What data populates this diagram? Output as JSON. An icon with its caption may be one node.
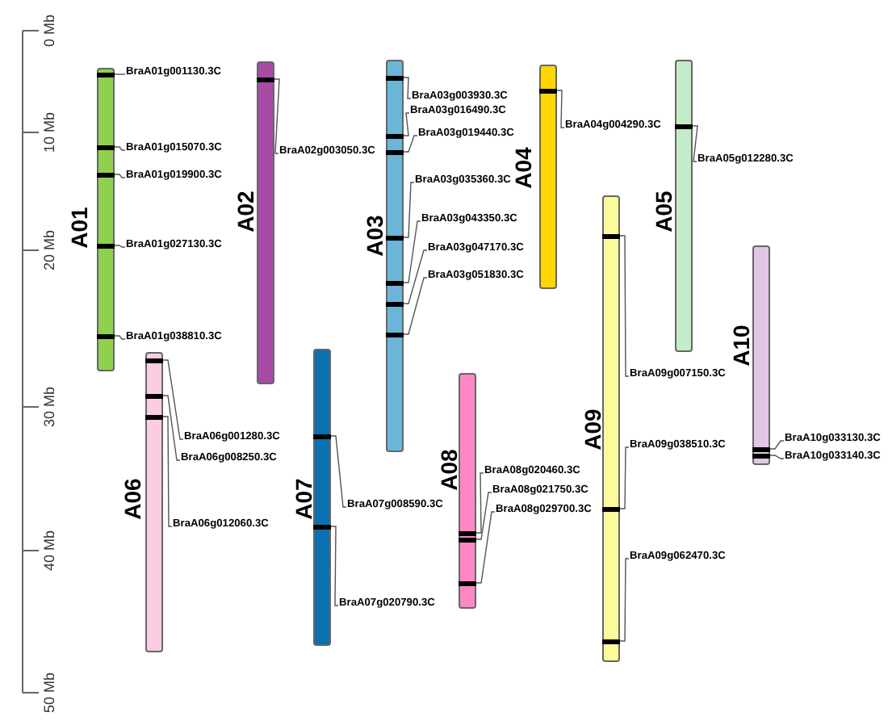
{
  "diagram": {
    "nodes": [
      {
        "text": [
          "A01"
        ]
      },
      {
        "text": [],
        "shape": "bar",
        "in": 0
      },
      {
        "text": [],
        "shape": "bar",
        "in": 0
      },
      {
        "text": [],
        "shape": "bar",
        "in": 0
      },
      {
        "text": [],
        "shape": "bar",
        "in": 0
      },
      {
        "text": [],
        "shape": "bar",
        "in": 0
      },
      {
        "text": [
          "BraA01g001130.3C"
        ]
      },
      {
        "text": [
          "BraA01g015070.3C"
        ]
      },
      {
        "text": [
          "BraA01g019900.3C"
        ]
      },
      {
        "text": [
          "BraA01g027130.3C"
        ]
      },
      {
        "text": [
          "BraA01g038810.3C"
        ]
      },
      {
        "text": [
          "A02"
        ]
      },
      {
        "text": [],
        "shape": "bar",
        "in": 11
      },
      {
        "text": [
          "BraA02g003050.3C"
        ]
      },
      {
        "text": [
          "A03"
        ]
      },
      {
        "text": [],
        "shape": "bar",
        "in": 14
      },
      {
        "text": [],
        "shape": "bar",
        "in": 14
      },
      {
        "text": [],
        "shape": "bar",
        "in": 14
      },
      {
        "text": [],
        "shape": "bar",
        "in": 14
      },
      {
        "text": [],
        "shape": "bar",
        "in": 14
      },
      {
        "text": [],
        "shape": "bar",
        "in": 14
      },
      {
        "text": [],
        "shape": "bar",
        "in": 14
      },
      {
        "text": [
          "BraA03g003930.3C"
        ]
      },
      {
        "text": [
          "BraA03g016490.3C"
        ]
      },
      {
        "text": [
          "BraA03g019440.3C"
        ]
      },
      {
        "text": [
          "BraA03g035360.3C"
        ]
      },
      {
        "text": [
          "BraA03g043350.3C"
        ]
      },
      {
        "text": [
          "BraA03g047170.3C"
        ]
      },
      {
        "text": [
          "BraA03g051830.3C"
        ]
      },
      {
        "text": [
          "A04"
        ]
      },
      {
        "text": [],
        "shape": "bar",
        "in": 29
      },
      {
        "text": [
          "BraA04g004290.3C"
        ]
      },
      {
        "text": [
          "A05"
        ]
      },
      {
        "text": [],
        "shape": "bar",
        "in": 32
      },
      {
        "text": [
          "BraA05g012280.3C"
        ]
      },
      {
        "text": [
          "A06"
        ]
      },
      {
        "text": [],
        "shape": "bar",
        "in": 35
      },
      {
        "text": [],
        "shape": "bar",
        "in": 35
      },
      {
        "text": [],
        "shape": "bar",
        "in": 35
      },
      {
        "text": [
          "BraA06g001280.3C"
        ]
      },
      {
        "text": [
          "BraA06g008250.3C"
        ]
      },
      {
        "text": [
          "BraA06g012060.3C"
        ]
      },
      {
        "text": [
          "A07"
        ]
      },
      {
        "text": [],
        "shape": "bar",
        "in": 42
      },
      {
        "text": [],
        "shape": "bar",
        "in": 42
      },
      {
        "text": [
          "BraA07g008590.3C"
        ]
      },
      {
        "text": [
          "BraA07g020790.3C"
        ]
      },
      {
        "text": [
          "A08"
        ]
      },
      {
        "text": [],
        "shape": "bar",
        "in": 47
      },
      {
        "text": [],
        "shape": "bar",
        "in": 47
      },
      {
        "text": [],
        "shape": "bar",
        "in": 47
      },
      {
        "text": [
          "BraA08g020460.3C"
        ]
      },
      {
        "text": [
          "BraA08g021750.3C"
        ]
      },
      {
        "text": [
          "BraA08g029700.3C"
        ]
      },
      {
        "text": [
          "A09"
        ]
      },
      {
        "text": [],
        "shape": "bar",
        "in": 54
      },
      {
        "text": [],
        "shape": "bar",
        "in": 54
      },
      {
        "text": [],
        "shape": "bar",
        "in": 54
      },
      {
        "text": [
          "BraA09g007150.3C"
        ]
      },
      {
        "text": [
          "BraA09g038510.3C"
        ]
      },
      {
        "text": [
          "BraA09g062470.3C"
        ]
      },
      {
        "text": [
          "A10"
        ]
      },
      {
        "text": [],
        "shape": "bar",
        "in": 61
      },
      {
        "text": [],
        "shape": "bar",
        "in": 61
      },
      {
        "text": [
          "BraA10g033130.3C"
        ]
      },
      {
        "text": [
          "BraA10g033140.3C"
        ]
      }
    ],
    "edges": [
      {
        "from": 6,
        "to": 1,
        "arrow": "none"
      },
      {
        "from": 7,
        "to": 2,
        "arrow": "none"
      },
      {
        "from": 8,
        "to": 3,
        "arrow": "none"
      },
      {
        "from": 9,
        "to": 4,
        "arrow": "none"
      },
      {
        "from": 10,
        "to": 5,
        "arrow": "none"
      },
      {
        "from": 13,
        "to": 12,
        "arrow": "none"
      },
      {
        "from": 22,
        "to": 15,
        "arrow": "none"
      },
      {
        "from": 23,
        "to": 16,
        "arrow": "none"
      },
      {
        "from": 24,
        "to": 17,
        "arrow": "none"
      },
      {
        "from": 25,
        "to": 18,
        "arrow": "none"
      },
      {
        "from": 26,
        "to": 19,
        "arrow": "none"
      },
      {
        "from": 27,
        "to": 20,
        "arrow": "none"
      },
      {
        "from": 28,
        "to": 21,
        "arrow": "none"
      },
      {
        "from": 31,
        "to": 30,
        "arrow": "none"
      },
      {
        "from": 34,
        "to": 33,
        "arrow": "none"
      },
      {
        "from": 39,
        "to": 36,
        "arrow": "none"
      },
      {
        "from": 40,
        "to": 37,
        "arrow": "none"
      },
      {
        "from": 41,
        "to": 38,
        "arrow": "none"
      },
      {
        "from": 45,
        "to": 43,
        "arrow": "none"
      },
      {
        "from": 46,
        "to": 44,
        "arrow": "none"
      },
      {
        "from": 51,
        "to": 48,
        "arrow": "none"
      },
      {
        "from": 52,
        "to": 49,
        "arrow": "none"
      },
      {
        "from": 53,
        "to": 50,
        "arrow": "none"
      },
      {
        "from": 58,
        "to": 55,
        "arrow": "none"
      },
      {
        "from": 59,
        "to": 56,
        "arrow": "none"
      },
      {
        "from": 60,
        "to": 57,
        "arrow": "none"
      },
      {
        "from": 64,
        "to": 62,
        "arrow": "none"
      },
      {
        "from": 65,
        "to": 63,
        "arrow": "none"
      }
    ],
    "labels": [
      "0 Mb",
      "10 Mb",
      "20 Mb",
      "30 Mb",
      "40 Mb",
      "50 Mb"
    ]
  }
}
